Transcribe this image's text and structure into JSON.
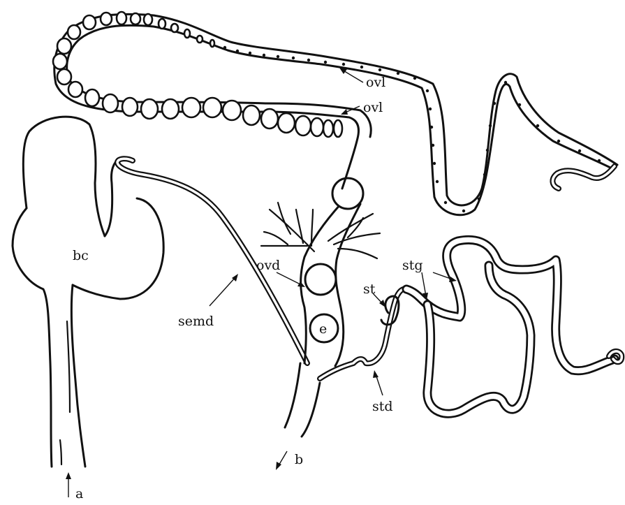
{
  "labels": {
    "ovl": "ovl",
    "bc": "bc",
    "ovd": "ovd",
    "st": "st",
    "stg": "stg",
    "semd": "semd",
    "e": "e",
    "std": "std",
    "b": "b",
    "a": "a"
  },
  "colors": {
    "ink": "#111111",
    "background": "#ffffff"
  }
}
